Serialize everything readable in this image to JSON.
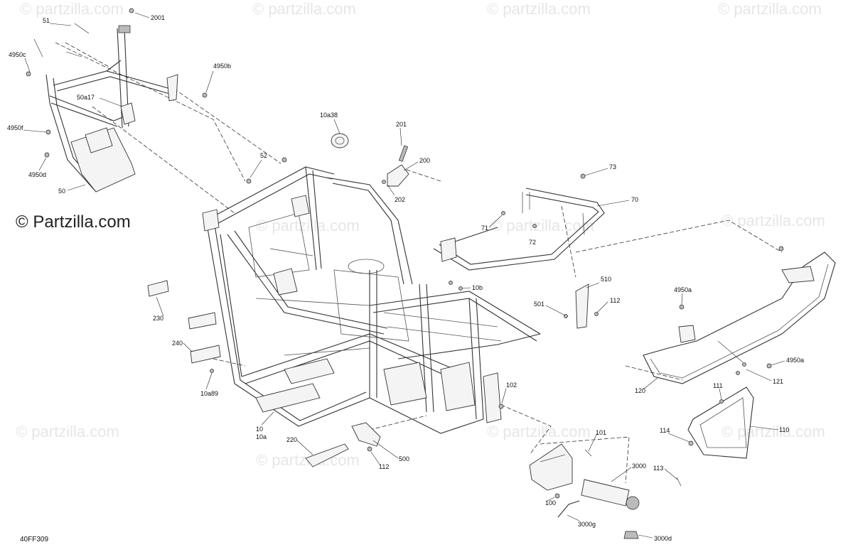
{
  "watermark": {
    "brand_text": "© Partzilla.com",
    "repeat_text": "© partzilla.com"
  },
  "diagram_code": "40FF309",
  "callouts": {
    "c2001": "2001",
    "c51": "51",
    "c4950c": "4950c",
    "c4950b": "4950b",
    "c50a17": "50a17",
    "c4950f": "4950f",
    "c4950d": "4950d",
    "c50": "50",
    "c10a38": "10a38",
    "c52": "52",
    "c201": "201",
    "c200": "200",
    "c202": "202",
    "c73": "73",
    "c70": "70",
    "c71": "71",
    "c72": "72",
    "c10b": "10b",
    "c510": "510",
    "c501": "501",
    "c112a": "112",
    "c4950a1": "4950a",
    "c4950a2": "4950a",
    "c121": "121",
    "c120": "120",
    "c230": "230",
    "c240": "240",
    "c10a89": "10a89",
    "c10": "10",
    "c10a": "10a",
    "c220": "220",
    "c112b": "112",
    "c500": "500",
    "c102": "102",
    "c101": "101",
    "c111": "111",
    "c110": "110",
    "c114": "114",
    "c113": "113",
    "c3000": "3000",
    "c100": "100",
    "c3000g": "3000g",
    "c3000d": "3000d"
  }
}
